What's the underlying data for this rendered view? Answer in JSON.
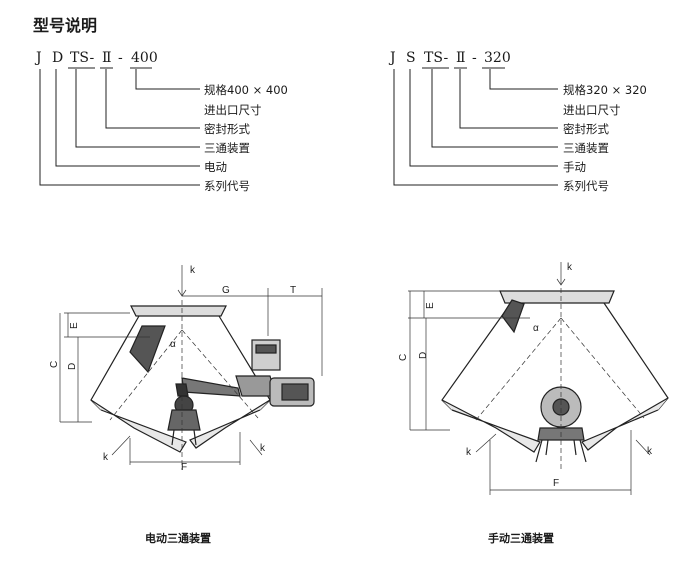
{
  "title": "型号说明",
  "left_model": {
    "code_parts": [
      "J",
      "D",
      "TS-",
      "Ⅱ",
      "-",
      "400"
    ],
    "descriptions": [
      "规格400 × 400",
      "进出口尺寸",
      "密封形式",
      "三通装置",
      "电动",
      "系列代号"
    ]
  },
  "right_model": {
    "code_parts": [
      "J",
      "S",
      "TS-",
      "Ⅱ",
      "-",
      "320"
    ],
    "descriptions": [
      "规格320 × 320",
      "进出口尺寸",
      "密封形式",
      "三通装置",
      "手动",
      "系列代号"
    ]
  },
  "left_diagram": {
    "caption": "电动三通装置",
    "labels": {
      "k_top": "k",
      "G": "G",
      "T": "T",
      "E": "E",
      "C": "C",
      "D": "D",
      "alpha": "α",
      "k_left": "k",
      "k_right": "k",
      "F": "F"
    }
  },
  "right_diagram": {
    "caption": "手动三通装置",
    "labels": {
      "k_top": "k",
      "E": "E",
      "C": "C",
      "D": "D",
      "alpha": "α",
      "k_left": "k",
      "k_right": "k",
      "F": "F"
    }
  }
}
